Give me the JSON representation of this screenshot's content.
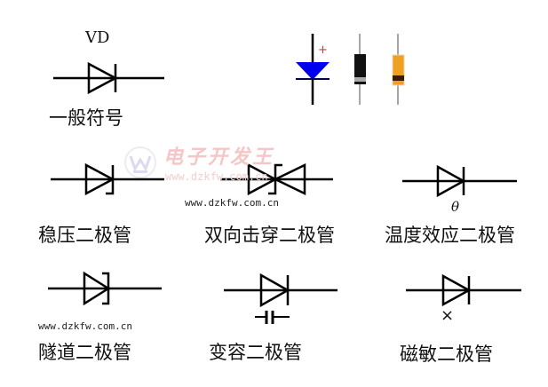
{
  "title_label": "VD",
  "labels": {
    "general": "一般符号",
    "zener": "稳压二极管",
    "bidirectional": "双向击穿二极管",
    "temperature": "温度效应二极管",
    "tunnel": "隧道二极管",
    "varactor": "变容二极管",
    "magnetic": "磁敏二极管"
  },
  "annotations": {
    "theta": "θ",
    "cross": "×",
    "plus": "+"
  },
  "urls": [
    "www.dzkfw.com.cn",
    "www.dzkfw.com.cn"
  ],
  "watermark": {
    "brand": "电子开发王",
    "url": "www.dzkfw.com.cn"
  },
  "colors": {
    "line": "#000000",
    "diode_blue": "#0000ee",
    "plus_red": "#c0404a",
    "orange_body": "#f0a020",
    "watermark_pink": "#f6c6c6"
  }
}
